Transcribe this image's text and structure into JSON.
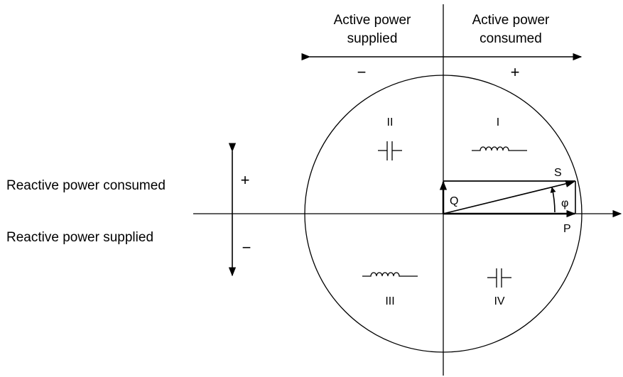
{
  "active_power": {
    "supplied_line1": "Active power",
    "supplied_line2": "supplied",
    "consumed_line1": "Active power",
    "consumed_line2": "consumed",
    "minus_sign": "−",
    "plus_sign": "+"
  },
  "reactive_power": {
    "consumed_label": "Reactive power consumed",
    "supplied_label": "Reactive power supplied",
    "plus_sign": "+",
    "minus_sign": "−"
  },
  "quadrants": {
    "q1": {
      "numeral": "I",
      "component": "inductor-icon"
    },
    "q2": {
      "numeral": "II",
      "component": "capacitor-icon"
    },
    "q3": {
      "numeral": "III",
      "component": "inductor-icon"
    },
    "q4": {
      "numeral": "IV",
      "component": "capacitor-icon"
    }
  },
  "vectors": {
    "apparent": "S",
    "reactive": "Q",
    "active": "P",
    "angle": "φ"
  },
  "colors": {
    "stroke": "#000000",
    "background": "#ffffff"
  }
}
